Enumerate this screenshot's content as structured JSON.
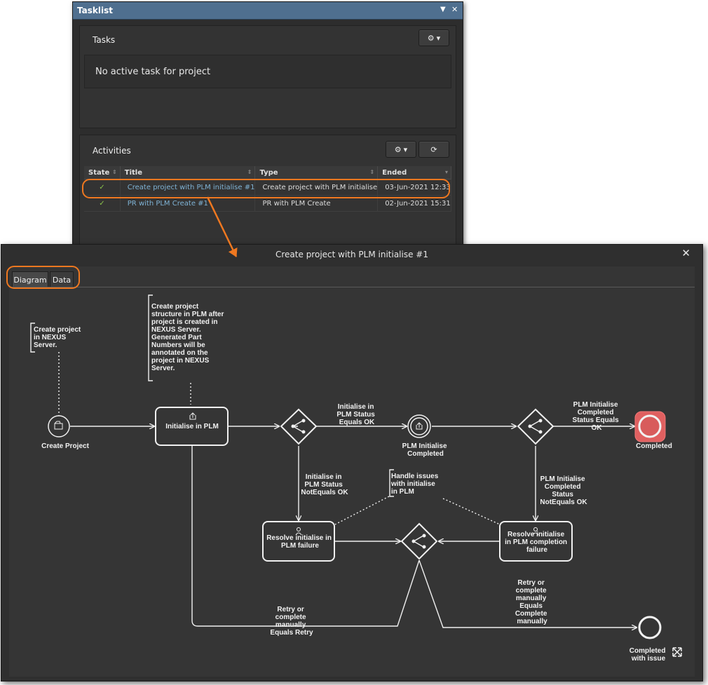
{
  "tasklist": {
    "title": "Tasklist",
    "pin_icon": "dropdown-arrow-icon",
    "close_icon": "close-icon",
    "tasks": {
      "label": "Tasks",
      "message": "No active task for project"
    },
    "activities": {
      "label": "Activities",
      "columns": [
        "State",
        "Title",
        "Type",
        "Ended"
      ],
      "rows": [
        {
          "state": "✓",
          "title": "Create project with PLM initialise #1",
          "type": "Create project with PLM initialise",
          "ended": "03-Jun-2021 12:33"
        },
        {
          "state": "✓",
          "title": "PR with PLM Create #1",
          "type": "PR with PLM Create",
          "ended": "02-Jun-2021 15:31"
        }
      ]
    },
    "icons": {
      "gear": "⚙",
      "caret": "▾",
      "refresh": "⟳"
    }
  },
  "detail": {
    "title": "Create project with PLM initialise #1",
    "close": "✕",
    "tabs": [
      "Diagram",
      "Data"
    ]
  },
  "diagram": {
    "annotations": {
      "create_project": [
        "Create project",
        "in NEXUS",
        "Server."
      ],
      "structure": [
        "Create project",
        "structure in PLM after",
        "project is created in",
        "NEXUS Server.",
        "Generated Part",
        "Numbers will be",
        "annotated on the",
        "project in NEXUS",
        "Server."
      ],
      "handle_issues": [
        "Handle issues",
        "with initialise",
        "in PLM"
      ]
    },
    "nodes": {
      "create_project": "Create Project",
      "initialise_in_plm": "Initialise in PLM",
      "plm_initialise_completed": [
        "PLM Initialise",
        "Completed"
      ],
      "completed": "Completed",
      "resolve_initialise": [
        "Resolve initialise in",
        "PLM failure"
      ],
      "resolve_completion": [
        "Resolve initialise",
        "in PLM completion",
        "failure"
      ],
      "completed_with_issue": [
        "Completed",
        "with issue"
      ]
    },
    "edges": {
      "status_ok": [
        "Initialise in",
        "PLM Status",
        "Equals OK"
      ],
      "status_not_ok": [
        "Initialise in",
        "PLM Status",
        "NotEquals OK"
      ],
      "completed_ok": [
        "PLM Initialise",
        "Completed",
        "Status Equals",
        "OK"
      ],
      "completed_not_ok": [
        "PLM Initialise",
        "Completed",
        "Status",
        "NotEquals OK"
      ],
      "retry": [
        "Retry or",
        "complete",
        "manually",
        "Equals Retry"
      ],
      "complete_manually": [
        "Retry or",
        "complete",
        "manually",
        "Equals",
        "Complete",
        "manually"
      ]
    },
    "fullscreen_icon": "expand-icon"
  },
  "colors": {
    "accent": "#ef7820",
    "titlebar": "#4f6f8f",
    "completed_fill": "#e06060",
    "link": "#7fb3d5",
    "success": "#8bc34a"
  }
}
